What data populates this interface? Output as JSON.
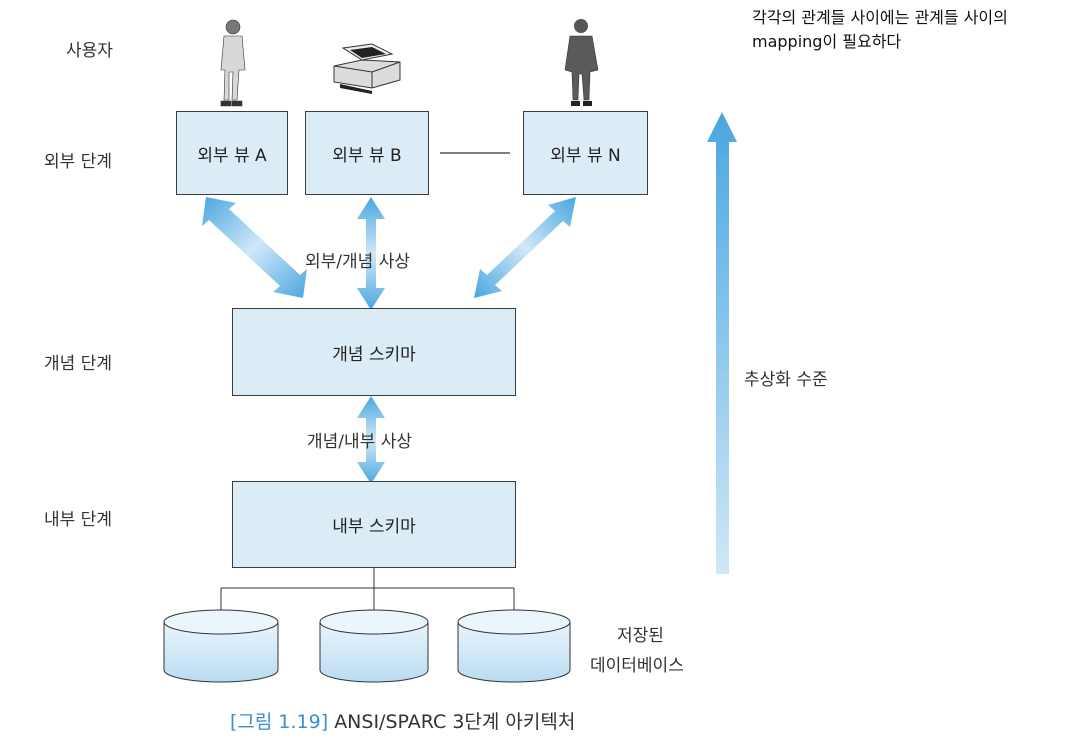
{
  "levels": {
    "user": "사용자",
    "external": "외부 단계",
    "conceptual": "개념 단계",
    "internal": "내부 단계"
  },
  "views": {
    "a": "외부 뷰 A",
    "b": "외부 뷰 B",
    "n": "외부 뷰 N"
  },
  "mapping": {
    "external_conceptual": "외부/개념 사상",
    "conceptual_internal": "개념/내부 사상"
  },
  "schemas": {
    "conceptual": "개념 스키마",
    "internal": "내부 스키마"
  },
  "storage": {
    "line1": "저장된",
    "line2": "데이터베이스"
  },
  "abstraction_label": "추상화 수준",
  "note": {
    "line1": "각각의 관계들 사이에는 관계들 사이의",
    "line2": "mapping이 필요하다"
  },
  "caption": {
    "tag": "[그림 1.19]",
    "text": "ANSI/SPARC 3단계 아키텍처"
  },
  "icons": [
    "person-icon",
    "printer-icon",
    "person-icon"
  ],
  "colors": {
    "box_fill": "#dcecf6",
    "arrow": "#5aaee3",
    "caption_tag": "#3a8fd0"
  }
}
